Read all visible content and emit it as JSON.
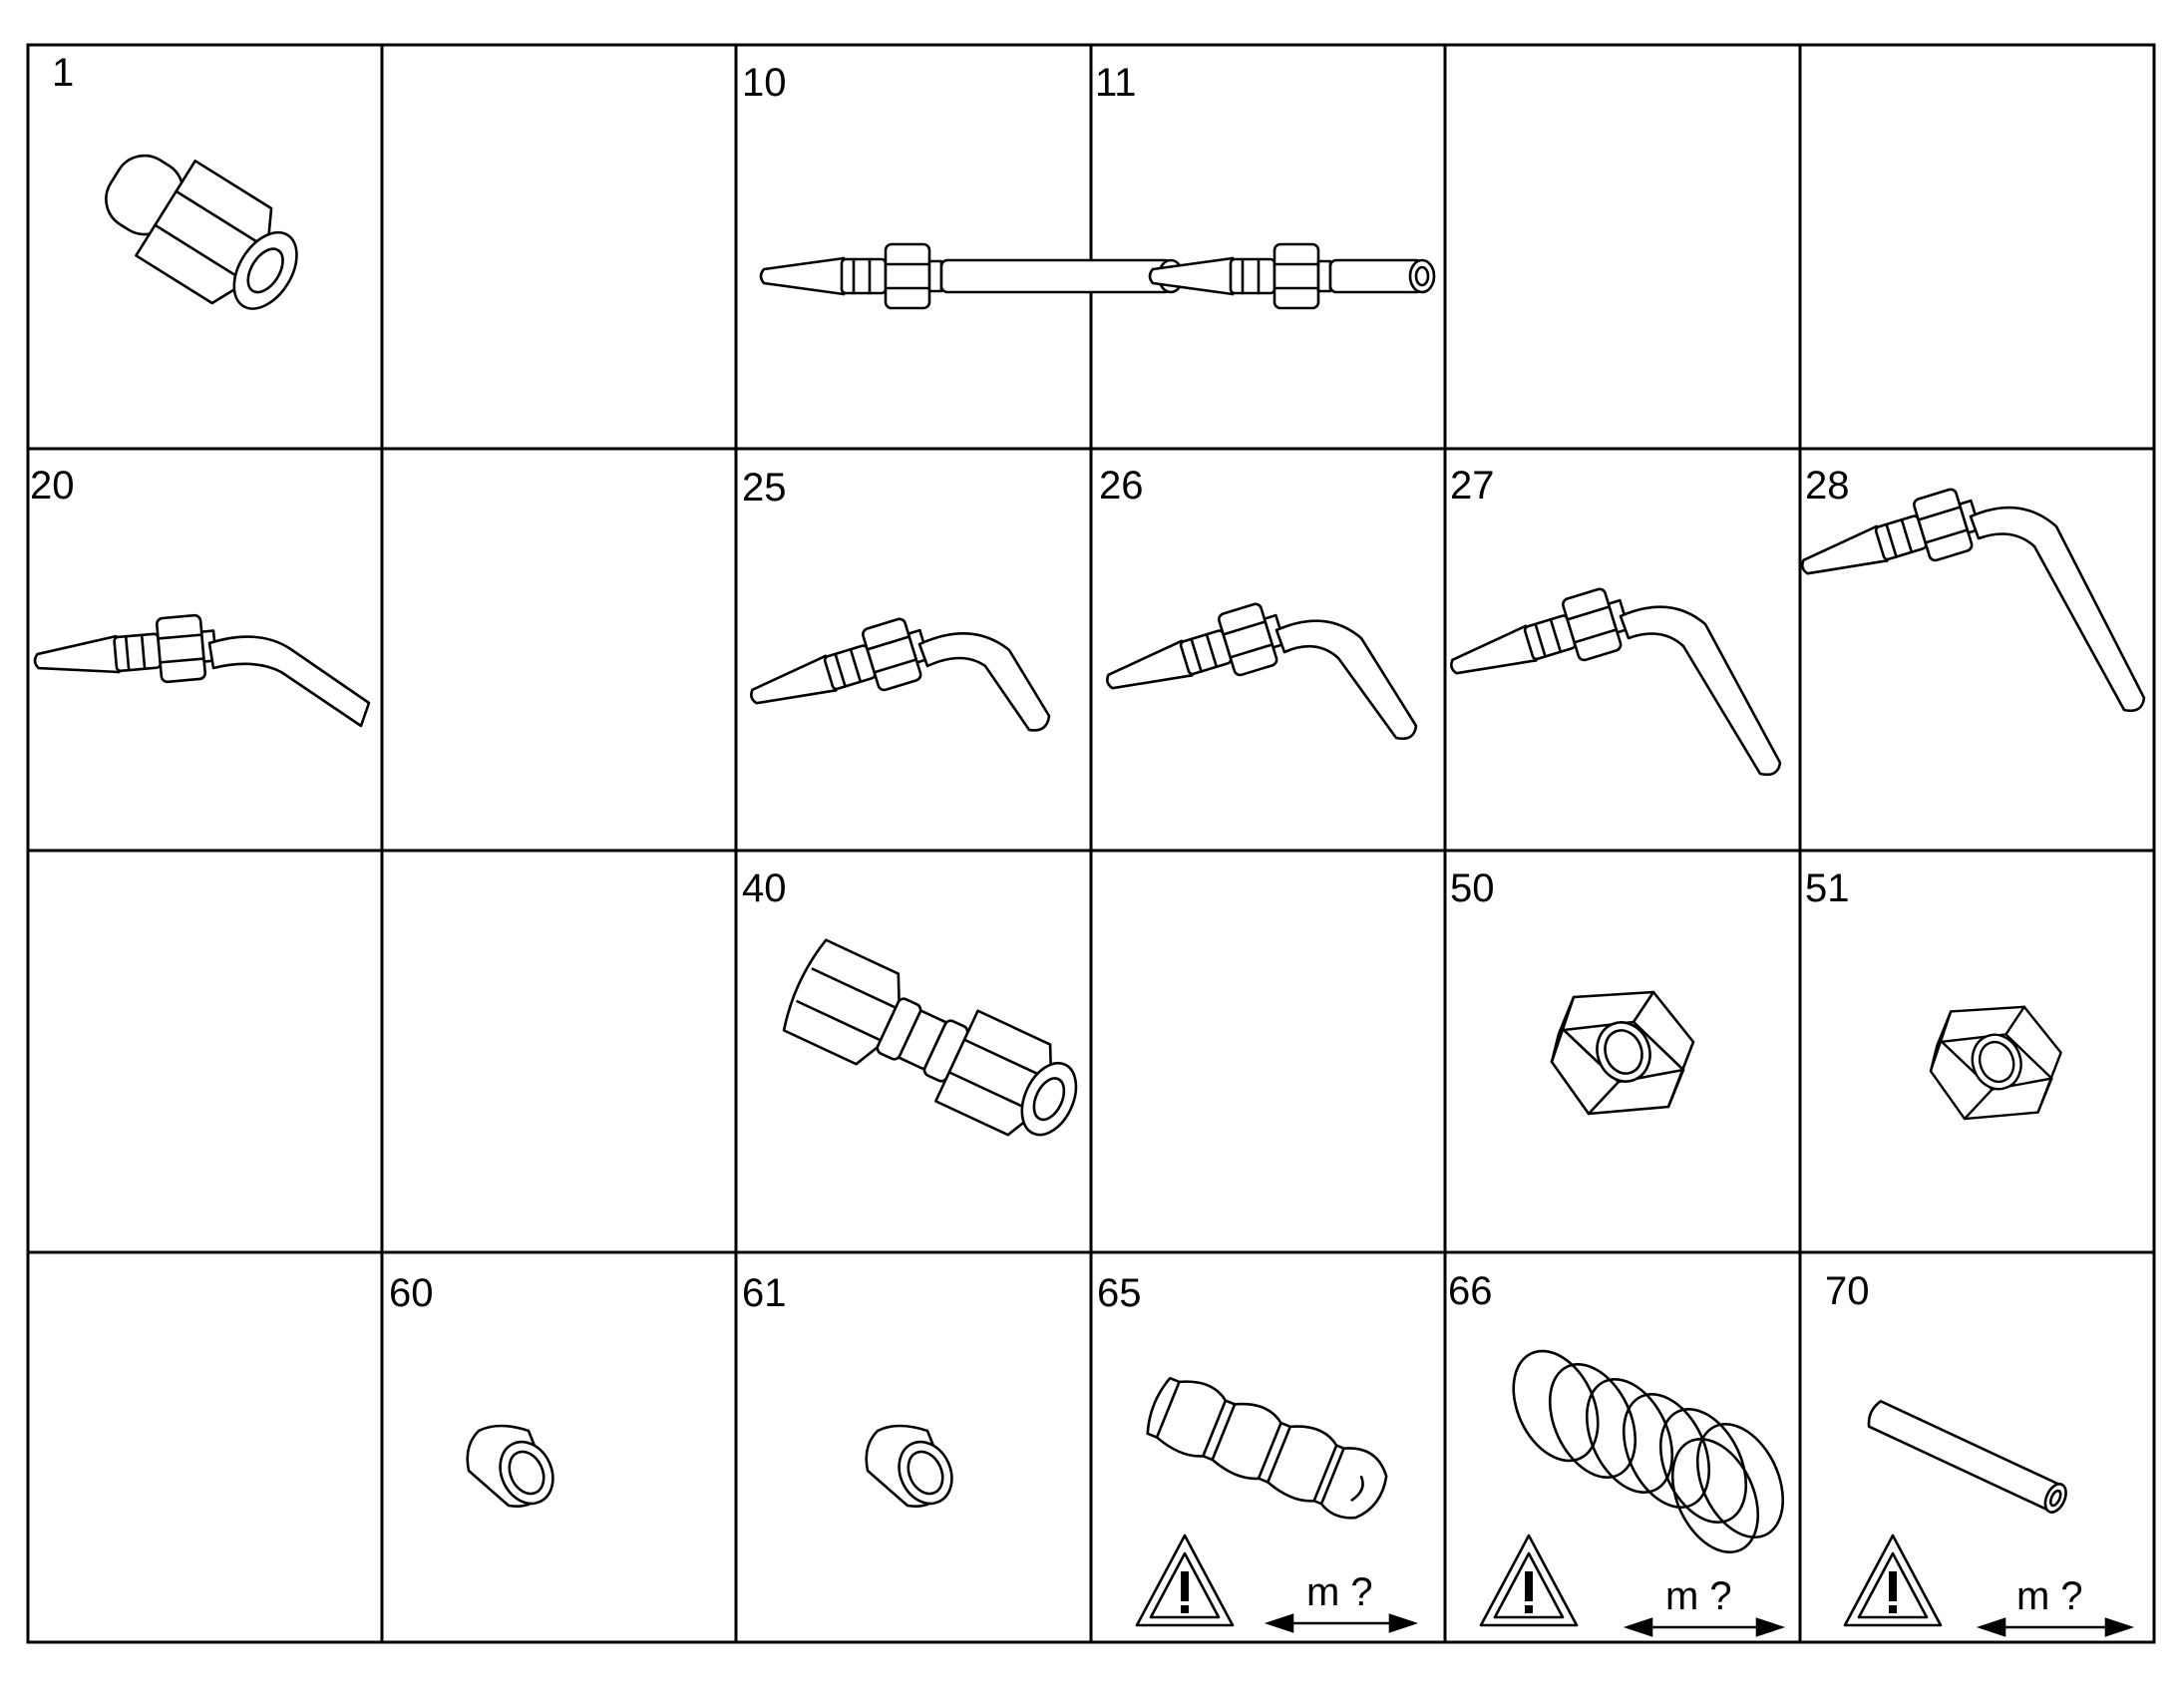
{
  "cells": [
    {
      "label": "1",
      "part": "union-fitting-icon"
    },
    {
      "label": "",
      "part": ""
    },
    {
      "label": "10",
      "part": "straight-pipe-long-icon"
    },
    {
      "label": "11",
      "part": "straight-pipe-short-icon"
    },
    {
      "label": "",
      "part": ""
    },
    {
      "label": "",
      "part": ""
    },
    {
      "label": "20",
      "part": "bent-pipe-30-icon"
    },
    {
      "label": "",
      "part": ""
    },
    {
      "label": "25",
      "part": "bent-pipe-45-short-icon"
    },
    {
      "label": "26",
      "part": "bent-pipe-45-medium-icon"
    },
    {
      "label": "27",
      "part": "bent-pipe-45-long-icon"
    },
    {
      "label": "28",
      "part": "bent-pipe-45-xlong-icon"
    },
    {
      "label": "",
      "part": ""
    },
    {
      "label": "",
      "part": ""
    },
    {
      "label": "40",
      "part": "double-union-icon"
    },
    {
      "label": "",
      "part": ""
    },
    {
      "label": "50",
      "part": "hex-nut-large-icon"
    },
    {
      "label": "51",
      "part": "hex-nut-small-icon"
    },
    {
      "label": "",
      "part": ""
    },
    {
      "label": "60",
      "part": "ferrule-icon"
    },
    {
      "label": "61",
      "part": "ferrule-icon"
    },
    {
      "label": "65",
      "part": "spiral-protector-icon",
      "warning": true,
      "length_note": "m ?"
    },
    {
      "label": "66",
      "part": "coil-spring-icon",
      "warning": true,
      "length_note": "m ?"
    },
    {
      "label": "70",
      "part": "tube-icon",
      "warning": true,
      "length_note": "m ?"
    }
  ]
}
